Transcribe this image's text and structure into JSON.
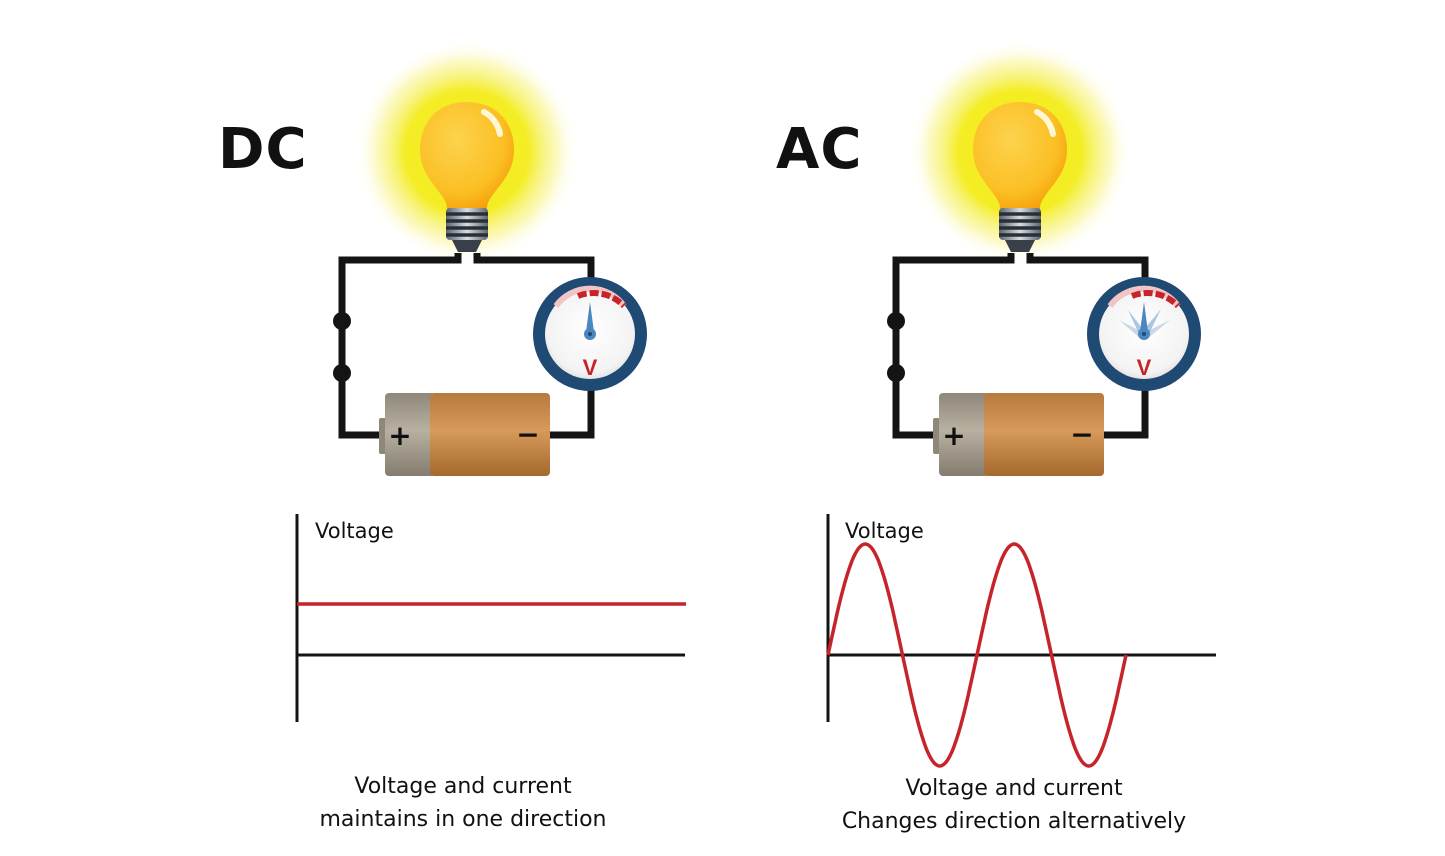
{
  "dc": {
    "title": "DC",
    "battery_plus": "+",
    "battery_minus": "−",
    "meter_unit": "V",
    "graph_label": "Voltage",
    "caption_line1": "Voltage and current",
    "caption_line2": "maintains in one direction"
  },
  "ac": {
    "title": "AC",
    "battery_plus": "+",
    "battery_minus": "−",
    "meter_unit": "V",
    "graph_label": "Voltage",
    "caption_line1": "Voltage and current",
    "caption_line2": "Changes direction alternatively"
  },
  "colors": {
    "glow": "#f3ec1a",
    "bulb": "#fbbf24",
    "wire": "#141414",
    "meter_ring": "#1f4a74",
    "needle": "#4a86c0",
    "signal": "#c6242a",
    "battery_body": "#c98a4a",
    "battery_cap": "#a39a88"
  },
  "icons": [
    "light-bulb-icon",
    "voltmeter-icon",
    "battery-icon"
  ]
}
